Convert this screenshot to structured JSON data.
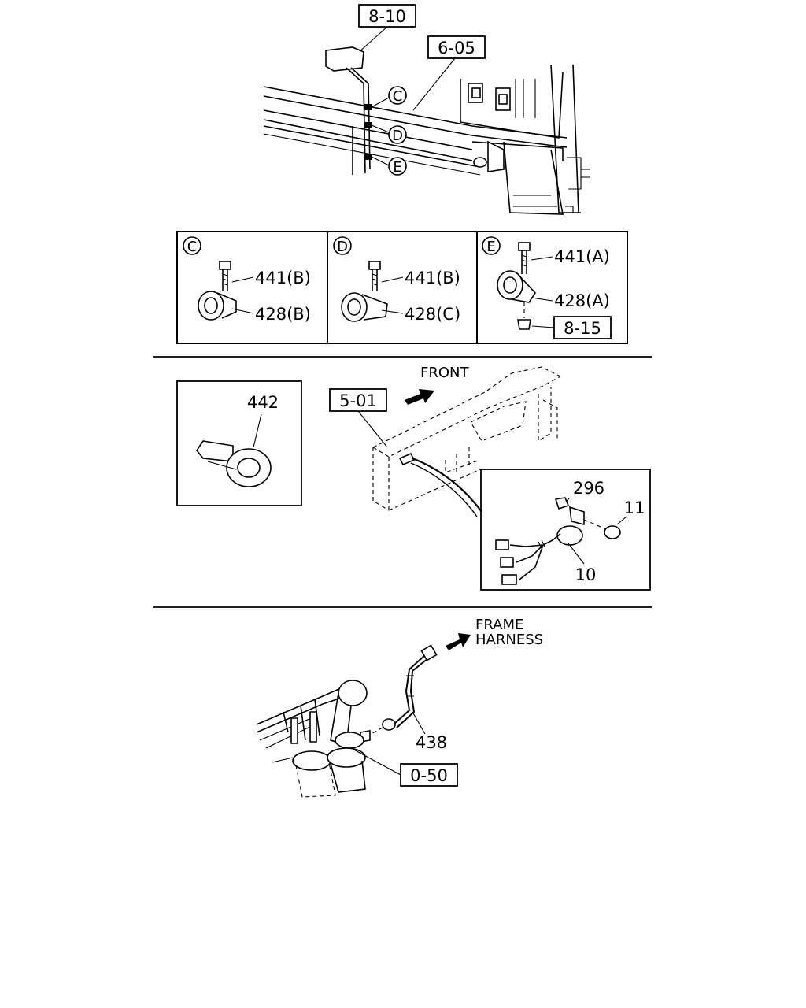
{
  "callouts": {
    "ref_8_10": "8-10",
    "ref_6_05": "6-05",
    "ref_8_15": "8-15",
    "ref_5_01": "5-01",
    "ref_0_50": "0-50"
  },
  "markers": {
    "c": "C",
    "d": "D",
    "e": "E"
  },
  "detail_c": {
    "marker": "C",
    "bolt": "441(B)",
    "clip": "428(B)"
  },
  "detail_d": {
    "marker": "D",
    "bolt": "441(B)",
    "clip": "428(C)"
  },
  "detail_e": {
    "marker": "E",
    "bolt": "441(A)",
    "clip": "428(A)"
  },
  "clamp_detail": {
    "part": "442"
  },
  "frame_section": {
    "direction_label": "FRONT"
  },
  "sensor_detail": {
    "nut": "296",
    "bolt": "11",
    "sensor": "10"
  },
  "harness_section": {
    "harness_part": "438",
    "direction_label_line1": "FRAME",
    "direction_label_line2": "HARNESS"
  }
}
